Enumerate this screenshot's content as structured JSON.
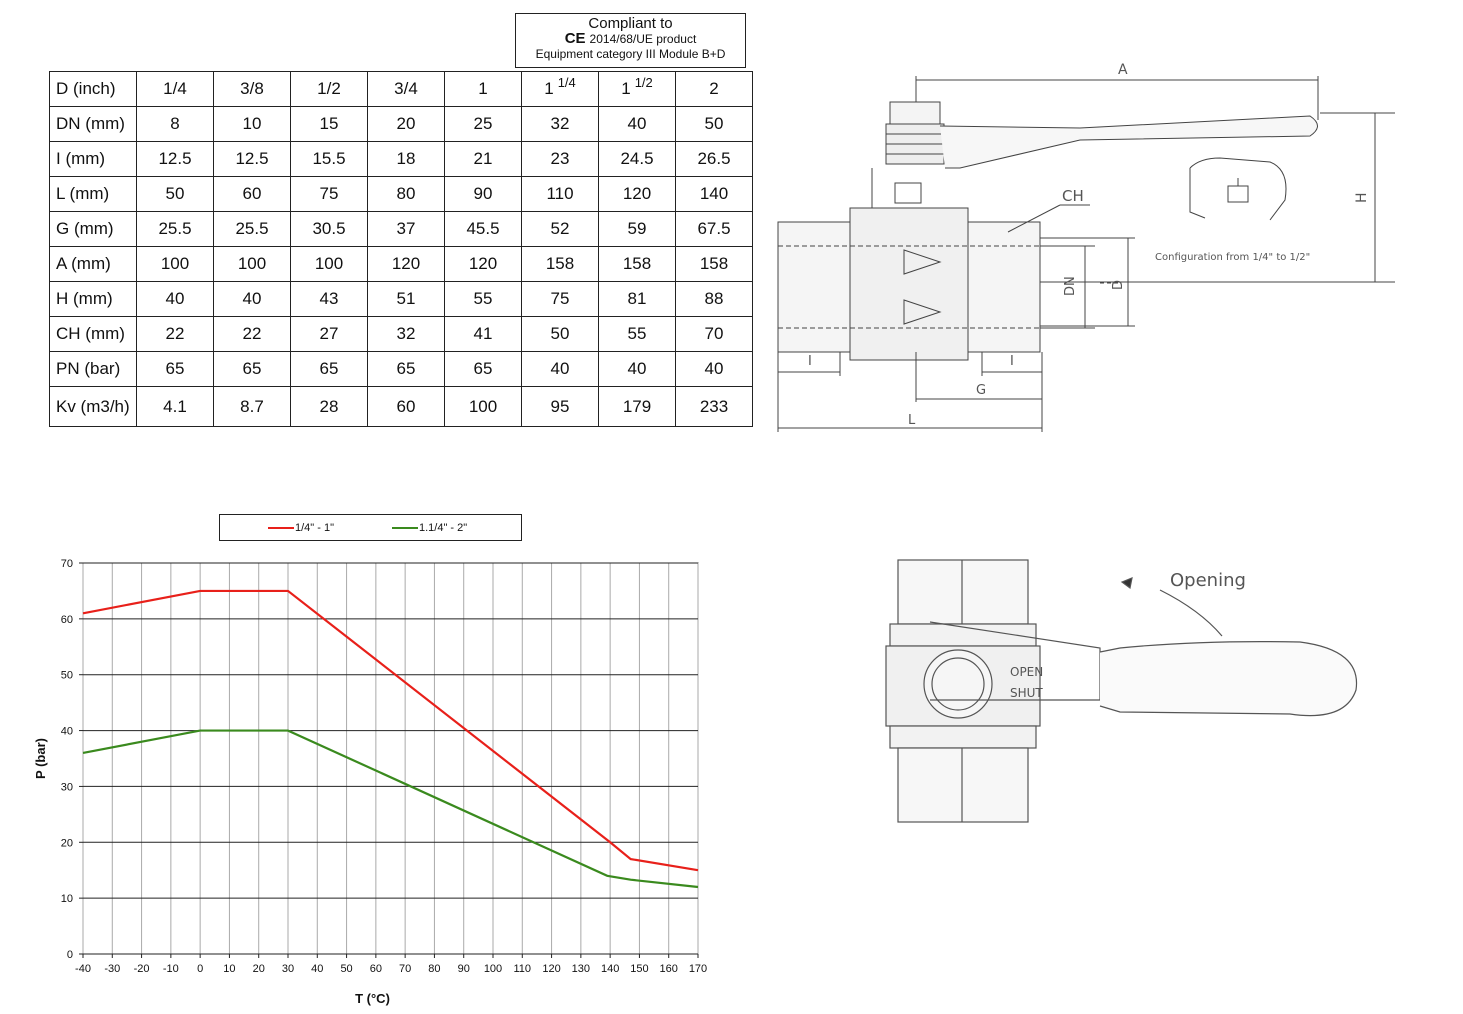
{
  "compliance": {
    "title": "Compliant to",
    "mark": "CE",
    "line2": "2014/68/UE product",
    "line3": "Equipment category III Module B+D"
  },
  "table": {
    "rows": [
      {
        "label": "D  (inch)",
        "cells": [
          [
            "1/4",
            ""
          ],
          [
            "3/8",
            ""
          ],
          [
            "1/2",
            ""
          ],
          [
            "3/4",
            ""
          ],
          [
            "1",
            ""
          ],
          [
            "1",
            "1/4"
          ],
          [
            "1",
            "1/2"
          ],
          [
            "2",
            ""
          ]
        ]
      },
      {
        "label": "DN  (mm)",
        "cells": [
          [
            "8",
            ""
          ],
          [
            "10",
            ""
          ],
          [
            "15",
            ""
          ],
          [
            "20",
            ""
          ],
          [
            "25",
            ""
          ],
          [
            "32",
            ""
          ],
          [
            "40",
            ""
          ],
          [
            "50",
            ""
          ]
        ]
      },
      {
        "label": "I  (mm)",
        "cells": [
          [
            "12.5",
            ""
          ],
          [
            "12.5",
            ""
          ],
          [
            "15.5",
            ""
          ],
          [
            "18",
            ""
          ],
          [
            "21",
            ""
          ],
          [
            "23",
            ""
          ],
          [
            "24.5",
            ""
          ],
          [
            "26.5",
            ""
          ]
        ]
      },
      {
        "label": "L  (mm)",
        "cells": [
          [
            "50",
            ""
          ],
          [
            "60",
            ""
          ],
          [
            "75",
            ""
          ],
          [
            "80",
            ""
          ],
          [
            "90",
            ""
          ],
          [
            "110",
            ""
          ],
          [
            "120",
            ""
          ],
          [
            "140",
            ""
          ]
        ]
      },
      {
        "label": "G  (mm)",
        "cells": [
          [
            "25.5",
            ""
          ],
          [
            "25.5",
            ""
          ],
          [
            "30.5",
            ""
          ],
          [
            "37",
            ""
          ],
          [
            "45.5",
            ""
          ],
          [
            "52",
            ""
          ],
          [
            "59",
            ""
          ],
          [
            "67.5",
            ""
          ]
        ]
      },
      {
        "label": "A  (mm)",
        "cells": [
          [
            "100",
            ""
          ],
          [
            "100",
            ""
          ],
          [
            "100",
            ""
          ],
          [
            "120",
            ""
          ],
          [
            "120",
            ""
          ],
          [
            "158",
            ""
          ],
          [
            "158",
            ""
          ],
          [
            "158",
            ""
          ]
        ]
      },
      {
        "label": "H  (mm)",
        "cells": [
          [
            "40",
            ""
          ],
          [
            "40",
            ""
          ],
          [
            "43",
            ""
          ],
          [
            "51",
            ""
          ],
          [
            "55",
            ""
          ],
          [
            "75",
            ""
          ],
          [
            "81",
            ""
          ],
          [
            "88",
            ""
          ]
        ]
      },
      {
        "label": "CH  (mm)",
        "cells": [
          [
            "22",
            ""
          ],
          [
            "22",
            ""
          ],
          [
            "27",
            ""
          ],
          [
            "32",
            ""
          ],
          [
            "41",
            ""
          ],
          [
            "50",
            ""
          ],
          [
            "55",
            ""
          ],
          [
            "70",
            ""
          ]
        ]
      },
      {
        "label": "PN   (bar)",
        "cells": [
          [
            "65",
            ""
          ],
          [
            "65",
            ""
          ],
          [
            "65",
            ""
          ],
          [
            "65",
            ""
          ],
          [
            "65",
            ""
          ],
          [
            "40",
            ""
          ],
          [
            "40",
            ""
          ],
          [
            "40",
            ""
          ]
        ]
      },
      {
        "label": "Kv (m3/h)",
        "cells": [
          [
            "4.1",
            ""
          ],
          [
            "8.7",
            ""
          ],
          [
            "28",
            ""
          ],
          [
            "60",
            ""
          ],
          [
            "100",
            ""
          ],
          [
            "95",
            ""
          ],
          [
            "179",
            ""
          ],
          [
            "233",
            ""
          ]
        ]
      }
    ]
  },
  "drawing1": {
    "dim_a": "A",
    "dim_h": "H",
    "dim_ch": "CH",
    "dim_dn": "DN",
    "dim_d": "D",
    "dim_i_left": "I",
    "dim_i_right": "I",
    "dim_g": "G",
    "dim_l": "L",
    "config_note": "Configuration from 1/4\" to 1/2\""
  },
  "drawing2": {
    "opening": "Opening",
    "open": "OPEN",
    "shut": "SHUT"
  },
  "chart_data": {
    "type": "line",
    "xlabel": "T (°C)",
    "ylabel": "P (bar)",
    "xlim": [
      -40,
      170
    ],
    "ylim": [
      0,
      70
    ],
    "x_ticks": [
      -40,
      -30,
      -20,
      -10,
      0,
      10,
      20,
      30,
      40,
      50,
      60,
      70,
      80,
      90,
      100,
      110,
      120,
      130,
      140,
      150,
      160,
      170
    ],
    "y_ticks": [
      0,
      10,
      20,
      30,
      40,
      50,
      60,
      70
    ],
    "grid": true,
    "legend_position": "top",
    "series": [
      {
        "name": "1/4\" - 1\"",
        "color": "#e8201a",
        "points": [
          [
            -40,
            61
          ],
          [
            0,
            65
          ],
          [
            30,
            65
          ],
          [
            140,
            20
          ],
          [
            147,
            17
          ],
          [
            170,
            15
          ]
        ]
      },
      {
        "name": "1.1/4\" - 2\"",
        "color": "#3a8a1e",
        "points": [
          [
            -40,
            36
          ],
          [
            0,
            40
          ],
          [
            30,
            40
          ],
          [
            139,
            14
          ],
          [
            147,
            13.3
          ],
          [
            170,
            12
          ]
        ]
      }
    ]
  }
}
